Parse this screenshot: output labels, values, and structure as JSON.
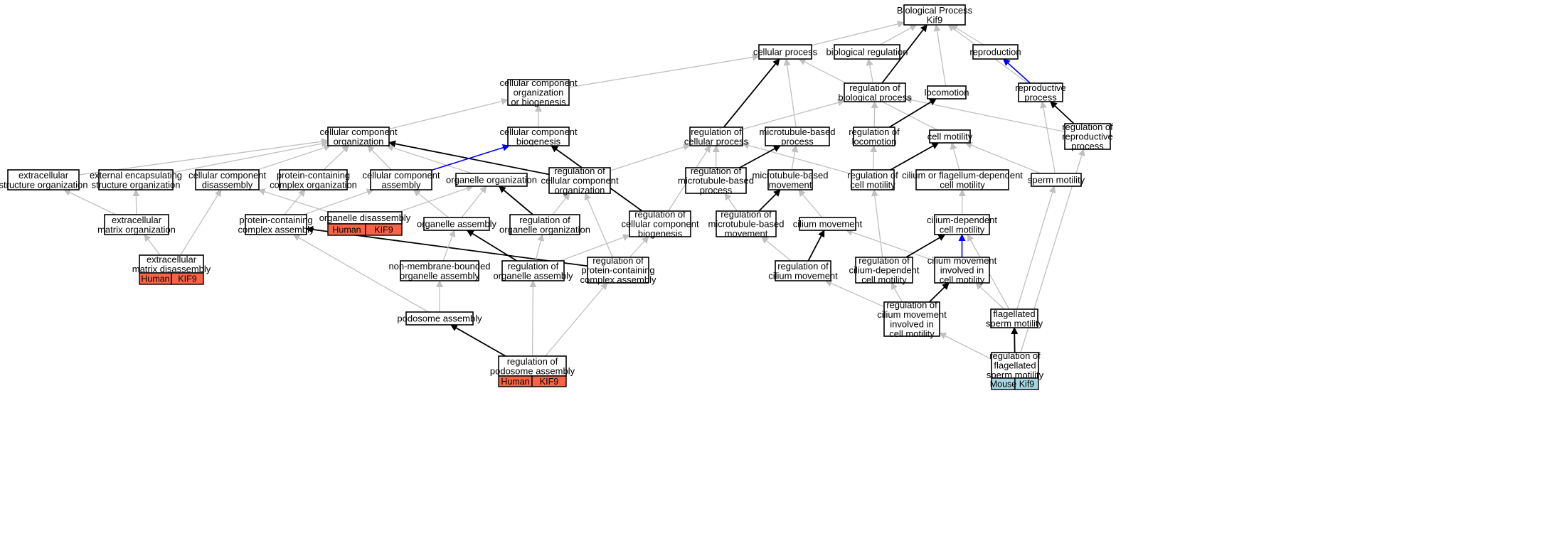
{
  "colors": {
    "gray_edge": "#c0c0c0",
    "black_edge": "#000000",
    "blue_edge": "#0000ff",
    "human_badge": "#f96447",
    "mouse_badge": "#a7d6e2"
  },
  "nodes": [
    {
      "id": "bp",
      "lines": [
        "Biological Process",
        "Kif9"
      ]
    },
    {
      "id": "cp",
      "lines": [
        "cellular process"
      ]
    },
    {
      "id": "br",
      "lines": [
        "biological regulation"
      ]
    },
    {
      "id": "repro",
      "lines": [
        "reproduction"
      ]
    },
    {
      "id": "ccob",
      "lines": [
        "cellular component",
        "organization",
        "or biogenesis"
      ]
    },
    {
      "id": "rbp",
      "lines": [
        "regulation of",
        "biological process"
      ]
    },
    {
      "id": "loco",
      "lines": [
        "locomotion"
      ]
    },
    {
      "id": "rp",
      "lines": [
        "reproductive",
        "process"
      ]
    },
    {
      "id": "cco",
      "lines": [
        "cellular component",
        "organization"
      ]
    },
    {
      "id": "ccb",
      "lines": [
        "cellular component",
        "biogenesis"
      ]
    },
    {
      "id": "rcp",
      "lines": [
        "regulation of",
        "cellular process"
      ]
    },
    {
      "id": "mtbp",
      "lines": [
        "microtubule-based",
        "process"
      ]
    },
    {
      "id": "rloco",
      "lines": [
        "regulation of",
        "locomotion"
      ]
    },
    {
      "id": "cmot",
      "lines": [
        "cell motility"
      ]
    },
    {
      "id": "rrp",
      "lines": [
        "regulation of",
        "reproductive",
        "process"
      ]
    },
    {
      "id": "eso",
      "lines": [
        "extracellular",
        "structure organization"
      ]
    },
    {
      "id": "eeso",
      "lines": [
        "external encapsulating",
        "structure organization"
      ]
    },
    {
      "id": "ccd",
      "lines": [
        "cellular component",
        "disassembly"
      ]
    },
    {
      "id": "pcco",
      "lines": [
        "protein-containing",
        "complex organization"
      ]
    },
    {
      "id": "cca",
      "lines": [
        "cellular component",
        "assembly"
      ]
    },
    {
      "id": "oo",
      "lines": [
        "organelle organization"
      ]
    },
    {
      "id": "rcco",
      "lines": [
        "regulation of",
        "cellular component",
        "organization"
      ]
    },
    {
      "id": "rmtbp",
      "lines": [
        "regulation of",
        "microtubule-based",
        "process"
      ]
    },
    {
      "id": "mtbm",
      "lines": [
        "microtubule-based",
        "movement"
      ]
    },
    {
      "id": "rcm",
      "lines": [
        "regulation of",
        "cell motility"
      ]
    },
    {
      "id": "cfdcm",
      "lines": [
        "cilium or flagellum-dependent",
        "cell motility"
      ]
    },
    {
      "id": "sm",
      "lines": [
        "sperm motility"
      ]
    },
    {
      "id": "emo",
      "lines": [
        "extracellular",
        "matrix organization"
      ]
    },
    {
      "id": "pcca",
      "lines": [
        "protein-containing",
        "complex assembly"
      ]
    },
    {
      "id": "od",
      "lines": [
        "organelle disassembly"
      ],
      "badge": {
        "species": "Human",
        "gene": "KIF9"
      }
    },
    {
      "id": "oa",
      "lines": [
        "organelle assembly"
      ]
    },
    {
      "id": "roo",
      "lines": [
        "regulation of",
        "organelle organization"
      ]
    },
    {
      "id": "rccb",
      "lines": [
        "regulation of",
        "cellular component",
        "biogenesis"
      ]
    },
    {
      "id": "rmtbm",
      "lines": [
        "regulation of",
        "microtubule-based",
        "movement"
      ]
    },
    {
      "id": "cm",
      "lines": [
        "cilium movement"
      ]
    },
    {
      "id": "cdcm",
      "lines": [
        "cilium-dependent",
        "cell motility"
      ]
    },
    {
      "id": "emd",
      "lines": [
        "extracellular",
        "matrix disassembly"
      ],
      "badge": {
        "species": "Human",
        "gene": "KIF9"
      }
    },
    {
      "id": "nmboa",
      "lines": [
        "non-membrane-bounded",
        "organelle assembly"
      ]
    },
    {
      "id": "roa",
      "lines": [
        "regulation of",
        "organelle assembly"
      ]
    },
    {
      "id": "rpcca",
      "lines": [
        "regulation of",
        "protein-containing",
        "complex assembly"
      ]
    },
    {
      "id": "rcmv",
      "lines": [
        "regulation of",
        "cilium movement"
      ]
    },
    {
      "id": "rcdcm",
      "lines": [
        "regulation of",
        "cilium-dependent",
        "cell motility"
      ]
    },
    {
      "id": "cmicm",
      "lines": [
        "cilium movement",
        "involved in",
        "cell motility"
      ]
    },
    {
      "id": "pa",
      "lines": [
        "podosome assembly"
      ]
    },
    {
      "id": "rcmicm",
      "lines": [
        "regulation of",
        "cilium movement",
        "involved in",
        "cell motility"
      ]
    },
    {
      "id": "fsm",
      "lines": [
        "flagellated",
        "sperm motility"
      ]
    },
    {
      "id": "rpa",
      "lines": [
        "regulation of",
        "podosome assembly"
      ],
      "badge": {
        "species": "Human",
        "gene": "KIF9"
      }
    },
    {
      "id": "rfsm",
      "lines": [
        "regulation of",
        "flagellated",
        "sperm motility"
      ],
      "badge": {
        "species": "Mouse",
        "gene": "Kif9"
      }
    }
  ],
  "edges": [
    {
      "from": "cp",
      "to": "bp",
      "kind": "gray"
    },
    {
      "from": "br",
      "to": "bp",
      "kind": "gray"
    },
    {
      "from": "repro",
      "to": "bp",
      "kind": "gray"
    },
    {
      "from": "rbp",
      "to": "bp",
      "kind": "black"
    },
    {
      "from": "loco",
      "to": "bp",
      "kind": "gray"
    },
    {
      "from": "rp",
      "to": "bp",
      "kind": "gray"
    },
    {
      "from": "rp",
      "to": "repro",
      "kind": "blue"
    },
    {
      "from": "ccob",
      "to": "cp",
      "kind": "gray"
    },
    {
      "from": "rcp",
      "to": "cp",
      "kind": "black"
    },
    {
      "from": "mtbp",
      "to": "cp",
      "kind": "gray"
    },
    {
      "from": "cmot",
      "to": "cp",
      "kind": "gray"
    },
    {
      "from": "rbp",
      "to": "br",
      "kind": "gray"
    },
    {
      "from": "rcp",
      "to": "rbp",
      "kind": "gray"
    },
    {
      "from": "rloco",
      "to": "rbp",
      "kind": "gray"
    },
    {
      "from": "rrp",
      "to": "rbp",
      "kind": "gray"
    },
    {
      "from": "rloco",
      "to": "loco",
      "kind": "black"
    },
    {
      "from": "rrp",
      "to": "rp",
      "kind": "black"
    },
    {
      "from": "sm",
      "to": "rp",
      "kind": "gray"
    },
    {
      "from": "cco",
      "to": "ccob",
      "kind": "gray"
    },
    {
      "from": "ccb",
      "to": "ccob",
      "kind": "gray"
    },
    {
      "from": "eso",
      "to": "cco",
      "kind": "gray"
    },
    {
      "from": "eeso",
      "to": "cco",
      "kind": "gray"
    },
    {
      "from": "ccd",
      "to": "cco",
      "kind": "gray"
    },
    {
      "from": "pcco",
      "to": "cco",
      "kind": "gray"
    },
    {
      "from": "cca",
      "to": "cco",
      "kind": "gray"
    },
    {
      "from": "oo",
      "to": "cco",
      "kind": "gray"
    },
    {
      "from": "rcco",
      "to": "cco",
      "kind": "black"
    },
    {
      "from": "cca",
      "to": "ccb",
      "kind": "blue"
    },
    {
      "from": "rccb",
      "to": "ccb",
      "kind": "black"
    },
    {
      "from": "rcco",
      "to": "rcp",
      "kind": "gray"
    },
    {
      "from": "rmtbp",
      "to": "rcp",
      "kind": "gray"
    },
    {
      "from": "rccb",
      "to": "rcp",
      "kind": "gray"
    },
    {
      "from": "rcm",
      "to": "rcp",
      "kind": "gray"
    },
    {
      "from": "rmtbp",
      "to": "mtbp",
      "kind": "black"
    },
    {
      "from": "mtbm",
      "to": "mtbp",
      "kind": "gray"
    },
    {
      "from": "rcm",
      "to": "rloco",
      "kind": "gray"
    },
    {
      "from": "rcm",
      "to": "cmot",
      "kind": "black"
    },
    {
      "from": "cfdcm",
      "to": "cmot",
      "kind": "gray"
    },
    {
      "from": "sm",
      "to": "cmot",
      "kind": "gray"
    },
    {
      "from": "emo",
      "to": "eso",
      "kind": "gray"
    },
    {
      "from": "emo",
      "to": "eeso",
      "kind": "gray"
    },
    {
      "from": "od",
      "to": "ccd",
      "kind": "gray"
    },
    {
      "from": "emd",
      "to": "ccd",
      "kind": "gray"
    },
    {
      "from": "pcca",
      "to": "pcco",
      "kind": "gray"
    },
    {
      "from": "pcca",
      "to": "cca",
      "kind": "gray"
    },
    {
      "from": "oa",
      "to": "cca",
      "kind": "gray"
    },
    {
      "from": "oa",
      "to": "oo",
      "kind": "gray"
    },
    {
      "from": "od",
      "to": "oo",
      "kind": "gray"
    },
    {
      "from": "roo",
      "to": "oo",
      "kind": "black"
    },
    {
      "from": "roo",
      "to": "rcco",
      "kind": "gray"
    },
    {
      "from": "rpcca",
      "to": "rcco",
      "kind": "gray"
    },
    {
      "from": "rmtbm",
      "to": "rmtbp",
      "kind": "gray"
    },
    {
      "from": "rmtbm",
      "to": "mtbm",
      "kind": "black"
    },
    {
      "from": "cm",
      "to": "mtbm",
      "kind": "gray"
    },
    {
      "from": "rcdcm",
      "to": "rcm",
      "kind": "gray"
    },
    {
      "from": "cdcm",
      "to": "cfdcm",
      "kind": "gray"
    },
    {
      "from": "fsm",
      "to": "sm",
      "kind": "gray"
    },
    {
      "from": "emd",
      "to": "emo",
      "kind": "gray"
    },
    {
      "from": "rpcca",
      "to": "pcca",
      "kind": "black"
    },
    {
      "from": "pa",
      "to": "pcca",
      "kind": "gray"
    },
    {
      "from": "nmboa",
      "to": "oa",
      "kind": "gray"
    },
    {
      "from": "roa",
      "to": "oa",
      "kind": "black"
    },
    {
      "from": "roa",
      "to": "roo",
      "kind": "gray"
    },
    {
      "from": "roa",
      "to": "rccb",
      "kind": "gray"
    },
    {
      "from": "rpcca",
      "to": "rccb",
      "kind": "gray"
    },
    {
      "from": "rcmv",
      "to": "rmtbm",
      "kind": "gray"
    },
    {
      "from": "rcmv",
      "to": "cm",
      "kind": "black"
    },
    {
      "from": "cmicm",
      "to": "cm",
      "kind": "gray"
    },
    {
      "from": "rcdcm",
      "to": "cdcm",
      "kind": "black"
    },
    {
      "from": "cmicm",
      "to": "cdcm",
      "kind": "blue"
    },
    {
      "from": "fsm",
      "to": "cdcm",
      "kind": "gray"
    },
    {
      "from": "pa",
      "to": "nmboa",
      "kind": "gray"
    },
    {
      "from": "rcmicm",
      "to": "rcmv",
      "kind": "gray"
    },
    {
      "from": "rcmicm",
      "to": "rcdcm",
      "kind": "gray"
    },
    {
      "from": "rcmicm",
      "to": "cmicm",
      "kind": "black"
    },
    {
      "from": "fsm",
      "to": "cmicm",
      "kind": "gray"
    },
    {
      "from": "rpa",
      "to": "pa",
      "kind": "black"
    },
    {
      "from": "rpa",
      "to": "roa",
      "kind": "gray"
    },
    {
      "from": "rpa",
      "to": "rpcca",
      "kind": "gray"
    },
    {
      "from": "rfsm",
      "to": "rcmicm",
      "kind": "gray"
    },
    {
      "from": "rfsm",
      "to": "fsm",
      "kind": "black"
    },
    {
      "from": "rfsm",
      "to": "rrp",
      "kind": "gray"
    }
  ]
}
